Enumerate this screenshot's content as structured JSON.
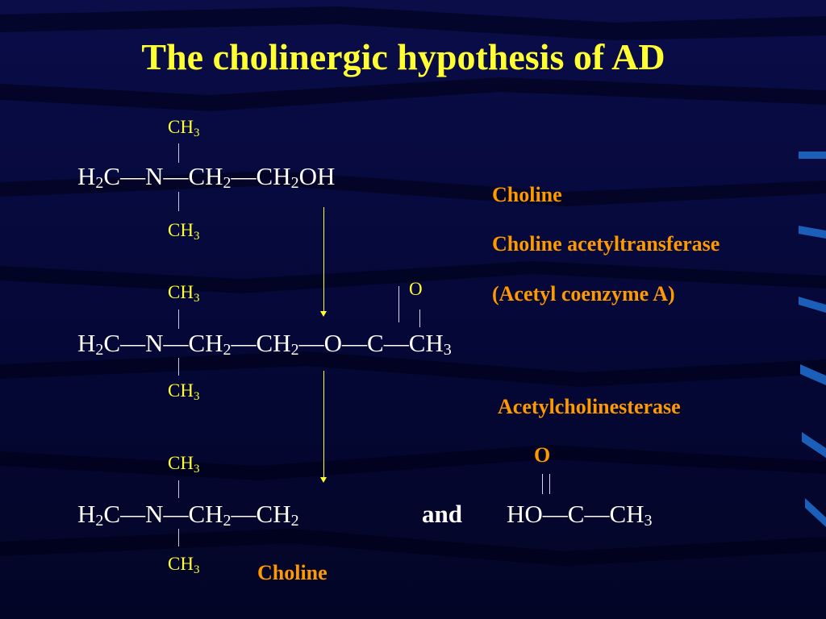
{
  "slide": {
    "title": "The cholinergic hypothesis of AD",
    "colors": {
      "background": "#06083a",
      "formula": "#ffffff",
      "methyl_label": "#ffff33",
      "label": "#ff9900",
      "arrow": "#ffff33"
    },
    "glyphs": {
      "single_bond": "—",
      "bar_bond": "|"
    },
    "row1": {
      "ch3_top": "CH",
      "ch3_top_sub": "3",
      "ch3_bottom": "CH",
      "ch3_bottom_sub": "3",
      "formula": {
        "h": "H",
        "h_sub": "2",
        "c": "C",
        "n": "N",
        "ch_a": "CH",
        "ch_a_sub": "2",
        "ch_b": "CH",
        "ch_b_sub": "2",
        "oh": "OH"
      }
    },
    "row2": {
      "ch3_top": "CH",
      "ch3_top_sub": "3",
      "ch3_bottom": "CH",
      "ch3_bottom_sub": "3",
      "o_top": "O",
      "formula": {
        "h": "H",
        "h_sub": "2",
        "c": "C",
        "n": "N",
        "ch_a": "CH",
        "ch_a_sub": "2",
        "ch_b": "CH",
        "ch_b_sub": "2",
        "o": "O",
        "c2": "C",
        "ch3": "CH",
        "ch3_sub": "3"
      }
    },
    "row3": {
      "ch3_top": "CH",
      "ch3_top_sub": "3",
      "ch3_bottom": "CH",
      "ch3_bottom_sub": "3",
      "formula": {
        "h": "H",
        "h_sub": "2",
        "c": "C",
        "n": "N",
        "ch_a": "CH",
        "ch_a_sub": "2",
        "ch_b": "CH",
        "ch_b_sub": "2"
      },
      "and": "and",
      "o_top": "O",
      "acetic": {
        "ho": "HO",
        "c": "C",
        "ch3": "CH",
        "ch3_sub": "3"
      }
    },
    "labels": {
      "choline": "Choline",
      "choline_acetyltransferase": "Choline acetyltransferase",
      "acetyl_coenzyme_a": "(Acetyl coenzyme A)",
      "acetylcholinesterase": "Acetylcholinesterase",
      "choline_bottom": "Choline"
    }
  }
}
